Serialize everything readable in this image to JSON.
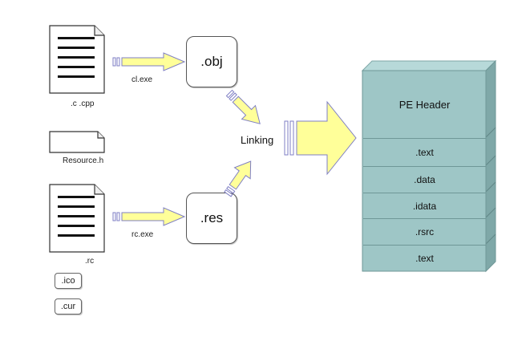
{
  "sources": {
    "cpp_label": ".c .cpp",
    "resource_h_label": "Resource.h",
    "rc_label": ".rc",
    "ico_label": ".ico",
    "cur_label": ".cur"
  },
  "tools": {
    "compiler": "cl.exe",
    "resource_compiler": "rc.exe"
  },
  "intermediates": {
    "obj": ".obj",
    "res": ".res"
  },
  "linking": "Linking",
  "pe_file": {
    "header": "PE Header",
    "sections": [
      ".text",
      ".data",
      ".idata",
      ".rsrc",
      ".text"
    ]
  },
  "colors": {
    "arrow_fill": "#ffff99",
    "arrow_stroke": "#7f7fc4",
    "pe_face": "#9ec6c6",
    "pe_top": "#b7d9d9",
    "pe_side": "#7fa8a8"
  }
}
